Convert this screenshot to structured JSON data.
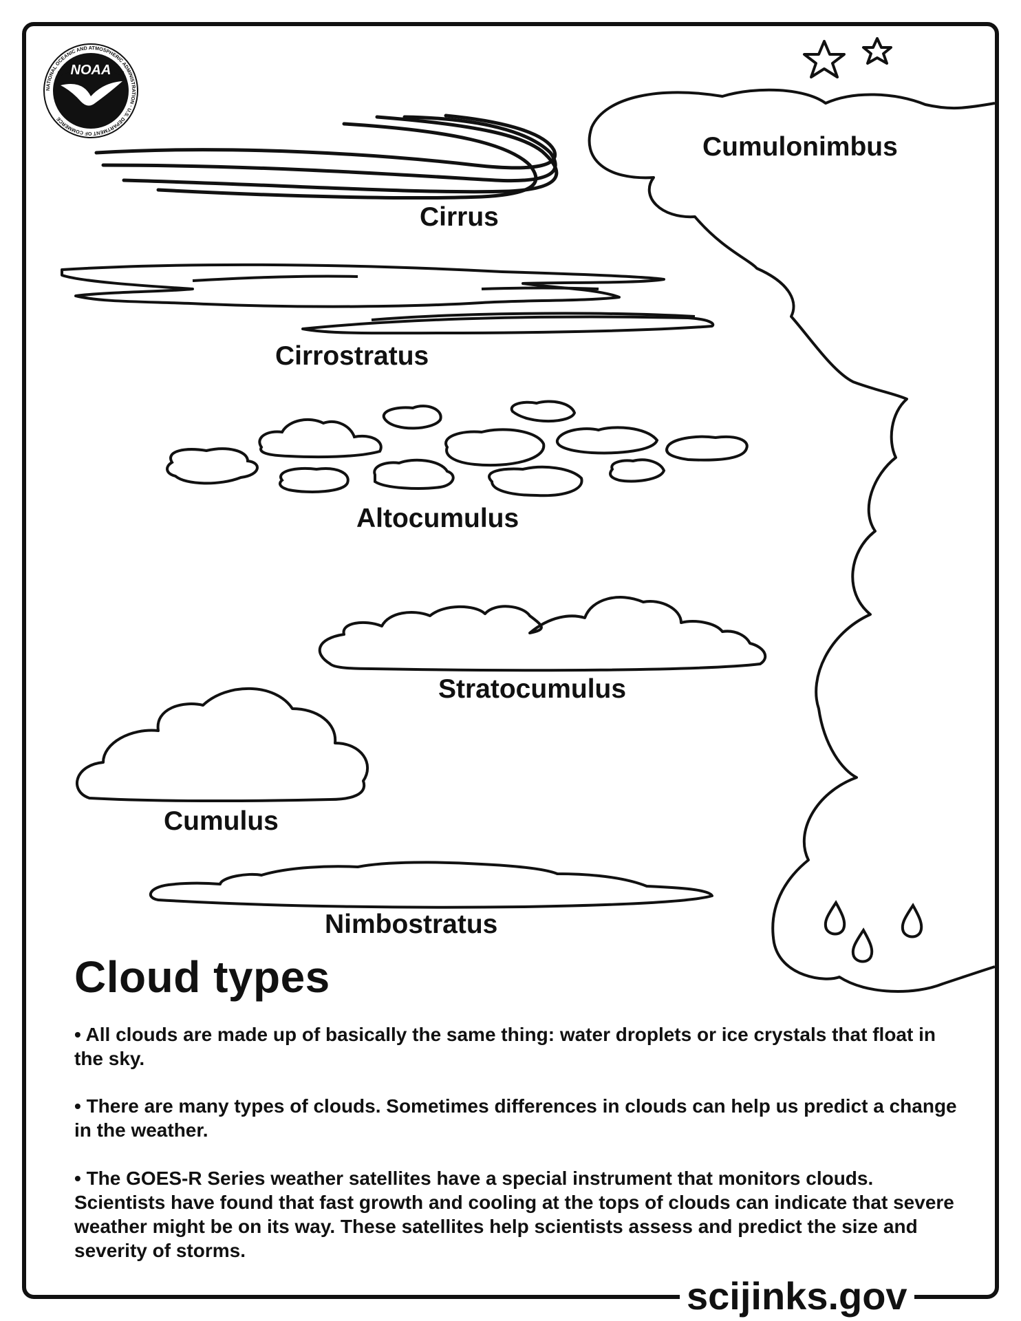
{
  "logo": {
    "acronym": "NOAA",
    "ring_text": "NATIONAL OCEANIC AND ATMOSPHERIC ADMINISTRATION · U.S. DEPARTMENT OF COMMERCE"
  },
  "cloud_labels": {
    "cirrus": "Cirrus",
    "cirrostratus": "Cirrostratus",
    "altocumulus": "Altocumulus",
    "stratocumulus": "Stratocumulus",
    "cumulus": "Cumulus",
    "nimbostratus": "Nimbostratus",
    "cumulonimbus": "Cumulonimbus"
  },
  "heading": "Cloud types",
  "facts": [
    "• All clouds are made up of basically the same thing: water droplets or ice crystals that float in the sky.",
    "• There are many types of clouds. Sometimes differences in clouds can help us predict a change in the weather.",
    "• The GOES-R Series weather satellites have a special instrument that monitors clouds. Scientists have found that fast growth and cooling at the tops of clouds can indicate that severe weather might be on its way. These satellites help scientists assess and predict the size and severity of storms."
  ],
  "footer_url": "scijinks.gov",
  "icons": [
    "noaa-logo-icon",
    "star-icon",
    "raindrop-icon"
  ],
  "colors": {
    "line": "#111111",
    "background": "#ffffff"
  }
}
